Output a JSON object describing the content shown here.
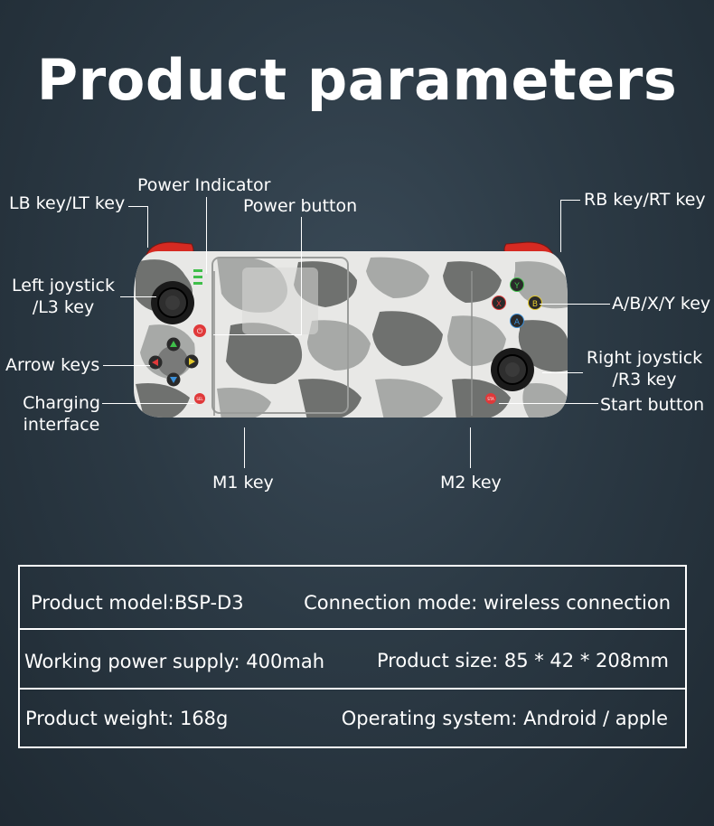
{
  "title": "Product parameters",
  "labels": {
    "lb": "LB key/LT key",
    "power_indicator": "Power Indicator",
    "power_button": "Power button",
    "rb": "RB key/RT key",
    "left_joystick_1": "Left joystick",
    "left_joystick_2": "/L3 key",
    "abxy": "A/B/X/Y key",
    "arrow": "Arrow keys",
    "right_joystick_1": "Right joystick",
    "right_joystick_2": "/R3 key",
    "charging_1": "Charging",
    "charging_2": "interface",
    "start": "Start button",
    "m1": "M1 key",
    "m2": "M2 key"
  },
  "controller": {
    "buttons": {
      "y": "Y",
      "b": "B",
      "x": "X",
      "a": "A"
    },
    "small_left": "SEL",
    "small_right": "STA",
    "colors": {
      "body_light": "#e8e8e6",
      "camo_dark": "#6f716f",
      "camo_mid": "#a7a9a7",
      "trigger_red": "#d62a22",
      "button_green": "#3fbf4a",
      "button_yellow": "#e3c92b",
      "button_red": "#e0393a",
      "button_blue": "#3a8fd8"
    }
  },
  "specs": {
    "rows": [
      {
        "left": "Product model:BSP-D3",
        "right": "Connection mode: wireless connection"
      },
      {
        "left": "Working power supply: 400mah",
        "right": "Product size: 85 * 42 * 208mm"
      },
      {
        "left": "Product weight: 168g",
        "right": "Operating system: Android / apple"
      }
    ]
  }
}
